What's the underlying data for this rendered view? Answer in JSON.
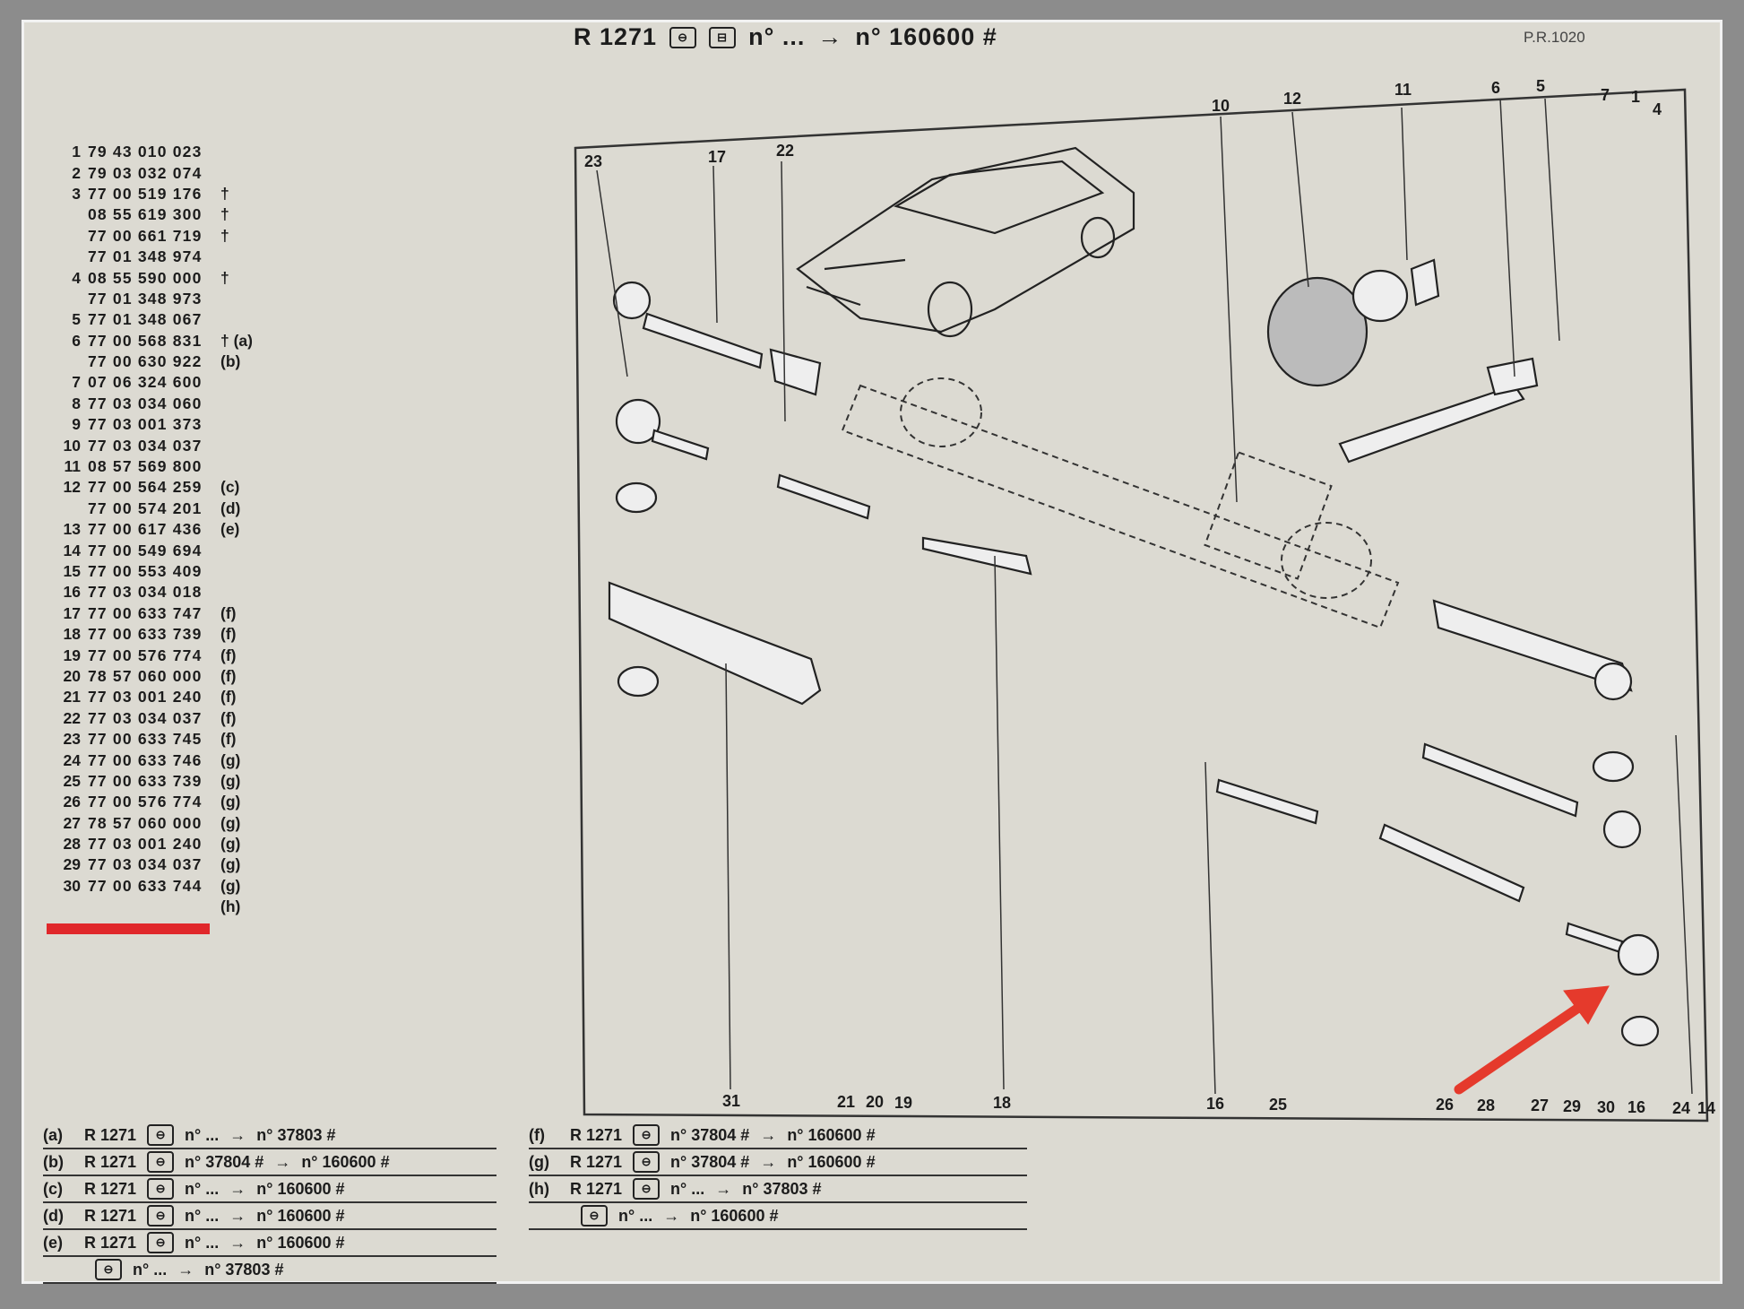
{
  "header": {
    "model": "R 1271",
    "from": "n° ...",
    "arrow": "→",
    "to": "n° 160600 #",
    "page_ref": "P.R.1020"
  },
  "parts": [
    {
      "num": "1",
      "ref": "79 43 010 023",
      "note": ""
    },
    {
      "num": "2",
      "ref": "79 03 032 074",
      "note": ""
    },
    {
      "num": "3",
      "ref": "77 00 519 176",
      "note": "†"
    },
    {
      "num": "",
      "ref": "08 55 619 300",
      "note": "†"
    },
    {
      "num": "",
      "ref": "77 00 661 719",
      "note": "†"
    },
    {
      "num": "",
      "ref": "77 01 348 974",
      "note": ""
    },
    {
      "num": "4",
      "ref": "08 55 590 000",
      "note": "†"
    },
    {
      "num": "",
      "ref": "77 01 348 973",
      "note": ""
    },
    {
      "num": "5",
      "ref": "77 01 348 067",
      "note": ""
    },
    {
      "num": "6",
      "ref": "77 00 568 831",
      "note": "† (a)"
    },
    {
      "num": "",
      "ref": "77 00 630 922",
      "note": "(b)"
    },
    {
      "num": "7",
      "ref": "07 06 324 600",
      "note": ""
    },
    {
      "num": "8",
      "ref": "77 03 034 060",
      "note": ""
    },
    {
      "num": "9",
      "ref": "77 03 001 373",
      "note": ""
    },
    {
      "num": "10",
      "ref": "77 03 034 037",
      "note": ""
    },
    {
      "num": "11",
      "ref": "08 57 569 800",
      "note": ""
    },
    {
      "num": "12",
      "ref": "77 00 564 259",
      "note": "(c)"
    },
    {
      "num": "",
      "ref": "77 00 574 201",
      "note": "(d)"
    },
    {
      "num": "13",
      "ref": "77 00 617 436",
      "note": "(e)"
    },
    {
      "num": "14",
      "ref": "77 00 549 694",
      "note": ""
    },
    {
      "num": "15",
      "ref": "77 00 553 409",
      "note": ""
    },
    {
      "num": "16",
      "ref": "77 03 034 018",
      "note": ""
    },
    {
      "num": "17",
      "ref": "77 00 633 747",
      "note": "(f)"
    },
    {
      "num": "18",
      "ref": "77 00 633 739",
      "note": "(f)"
    },
    {
      "num": "19",
      "ref": "77 00 576 774",
      "note": "(f)"
    },
    {
      "num": "20",
      "ref": "78 57 060 000",
      "note": "(f)"
    },
    {
      "num": "21",
      "ref": "77 03 001 240",
      "note": "(f)"
    },
    {
      "num": "22",
      "ref": "77 03 034 037",
      "note": "(f)"
    },
    {
      "num": "23",
      "ref": "77 00 633 745",
      "note": "(f)"
    },
    {
      "num": "24",
      "ref": "77 00 633 746",
      "note": "(g)"
    },
    {
      "num": "25",
      "ref": "77 00 633 739",
      "note": "(g)"
    },
    {
      "num": "26",
      "ref": "77 00 576 774",
      "note": "(g)"
    },
    {
      "num": "27",
      "ref": "78 57 060 000",
      "note": "(g)"
    },
    {
      "num": "28",
      "ref": "77 03 001 240",
      "note": "(g)"
    },
    {
      "num": "29",
      "ref": "77 03 034 037",
      "note": "(g)"
    },
    {
      "num": "30",
      "ref": "77 00 633 744",
      "note": "(g)"
    },
    {
      "num": "",
      "ref": "",
      "note": "(h)"
    }
  ],
  "callouts_top": [
    "23",
    "17",
    "22",
    "10",
    "12",
    "11",
    "6",
    "5",
    "7",
    "1",
    "4"
  ],
  "callouts_bottom": [
    "31",
    "21",
    "20",
    "19",
    "18",
    "16",
    "25",
    "26",
    "28",
    "27",
    "29",
    "30",
    "16",
    "24",
    "14"
  ],
  "notes_left": [
    {
      "key": "(a)",
      "model": "R 1271",
      "from": "n° ...",
      "to": "n° 37803 #"
    },
    {
      "key": "(b)",
      "model": "R 1271",
      "from": "n° 37804 #",
      "to": "n° 160600 #"
    },
    {
      "key": "(c)",
      "model": "R 1271",
      "from": "n° ...",
      "to": "n° 160600 #"
    },
    {
      "key": "(d)",
      "model": "R 1271",
      "from": "n° ...",
      "to": "n° 160600 #"
    },
    {
      "key": "(e)",
      "model": "R 1271",
      "from": "n° ...",
      "to": "n° 160600 #"
    },
    {
      "key": "",
      "model": "",
      "from": "n° ...",
      "to": "n° 37803 #"
    }
  ],
  "notes_right": [
    {
      "key": "(f)",
      "model": "R 1271",
      "from": "n° 37804 #",
      "to": "n° 160600 #"
    },
    {
      "key": "(g)",
      "model": "R 1271",
      "from": "n° 37804 #",
      "to": "n° 160600 #"
    },
    {
      "key": "(h)",
      "model": "R 1271",
      "from": "n° ...",
      "to": "n° 37803 #"
    },
    {
      "key": "",
      "model": "",
      "from": "n° ...",
      "to": "n° 160600 #"
    }
  ],
  "arrow_glyph": "→",
  "colors": {
    "highlight": "#e0272a",
    "paper": "#dcdad2",
    "ink": "#1c1c1c"
  }
}
